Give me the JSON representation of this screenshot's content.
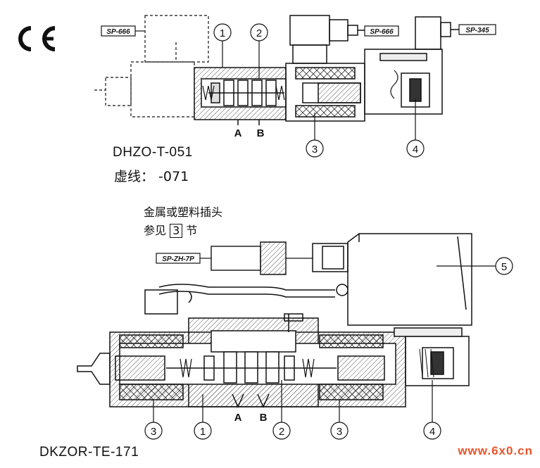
{
  "logo": {
    "mark": "CE"
  },
  "top_valve": {
    "model": "DHZO-T-051",
    "dashed_line_label": "虚线： -071",
    "connectors": [
      "SP-666",
      "SP-666",
      "SP-345"
    ],
    "ports": [
      "A",
      "B"
    ],
    "callouts": [
      "1",
      "2",
      "3",
      "4"
    ]
  },
  "note": {
    "line1": "金属或塑料插头",
    "line2_prefix": "参见",
    "line2_boxed": "3",
    "line2_suffix": "节"
  },
  "bottom_valve": {
    "model": "DKZOR-TE-171",
    "connector": "SP-ZH-7P",
    "ports": [
      "A",
      "B"
    ],
    "callouts": [
      "5",
      "3",
      "1",
      "2",
      "3",
      "4"
    ]
  },
  "watermark": "www.6x0.cn",
  "colors": {
    "line": "#111111",
    "hatch": "#444444",
    "watermark": "#e8542a"
  }
}
